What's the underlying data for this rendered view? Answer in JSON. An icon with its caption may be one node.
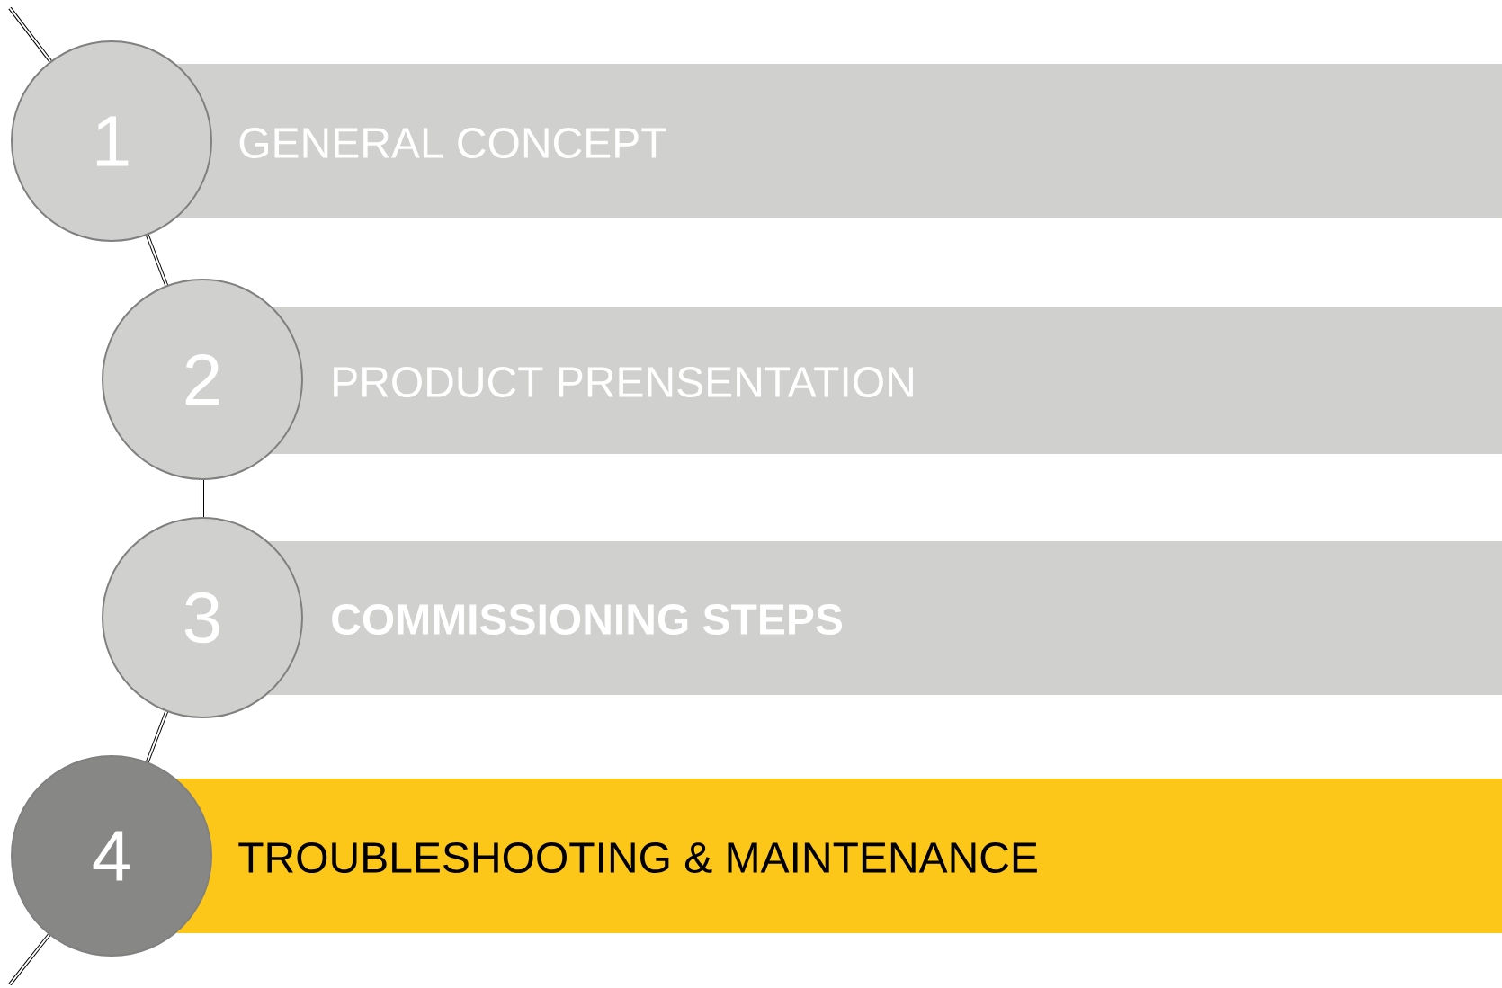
{
  "diagram": {
    "nodes": [
      {
        "text": [
          "1"
        ]
      },
      {
        "text": [
          "GENERAL CONCEPT"
        ]
      },
      {
        "text": [
          "2"
        ]
      },
      {
        "text": [
          "PRODUCT PRENSENTATION"
        ]
      },
      {
        "text": [
          "3"
        ]
      },
      {
        "text": [
          "COMMISSIONING STEPS"
        ]
      },
      {
        "text": [
          "4"
        ]
      },
      {
        "text": [
          "TROUBLESHOOTING & MAINTENANCE"
        ]
      }
    ],
    "edges": [
      {
        "from": null,
        "to": 0,
        "arrow": "none"
      },
      {
        "from": 0,
        "to": 2,
        "arrow": "none"
      },
      {
        "from": 2,
        "to": 4,
        "arrow": "none"
      },
      {
        "from": 4,
        "to": 6,
        "arrow": "none"
      },
      {
        "from": 6,
        "to": null,
        "arrow": "none"
      }
    ]
  }
}
